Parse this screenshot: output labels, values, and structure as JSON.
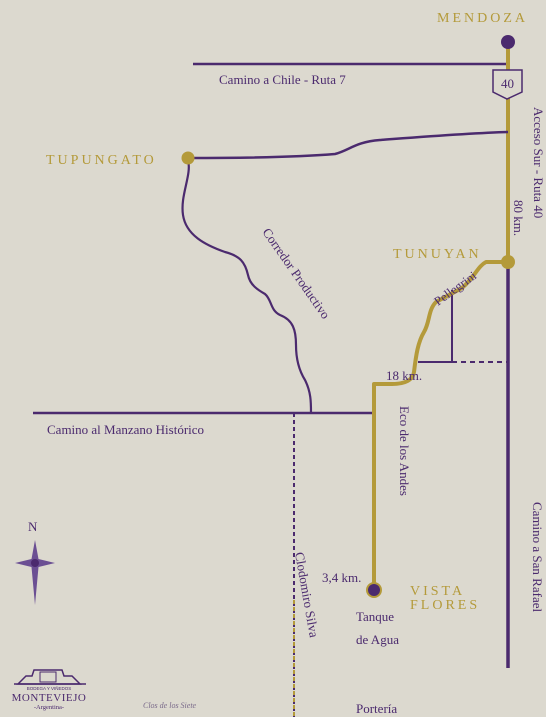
{
  "places": {
    "mendoza": "MENDOZA",
    "tupungato": "TUPUNGATO",
    "tunuyan": "TUNUYAN",
    "vista": "VISTA",
    "flores": "FLORES"
  },
  "roads": {
    "camino_chile": "Camino a Chile - Ruta 7",
    "route_shield": "40",
    "acceso_sur": "Acceso Sur - Ruta 40",
    "distance_80": "80 km.",
    "corredor": "Corredor Productivo",
    "pellegrini": "Pellegrini",
    "distance_18": "18 km.",
    "manzano": "Camino al Manzano Histórico",
    "eco_andes": "Eco de los Andes",
    "san_rafael": "Camino a San Rafael",
    "clodomiro": "Clodomiro Silva",
    "distance_34": "3,4 km."
  },
  "landmarks": {
    "tanque_line1": "Tanque",
    "tanque_line2": "de Agua",
    "porteria": "Portería"
  },
  "compass": {
    "north": "N"
  },
  "brand": {
    "tagline": "BODEGA Y VIÑEDOS",
    "name": "MONTEVIEJO",
    "country": "-Argentina-",
    "signature": "Clos de los Siete"
  },
  "colors": {
    "background": "#dcd9cf",
    "road_purple": "#4b2a6e",
    "route_gold": "#b49a3a"
  }
}
